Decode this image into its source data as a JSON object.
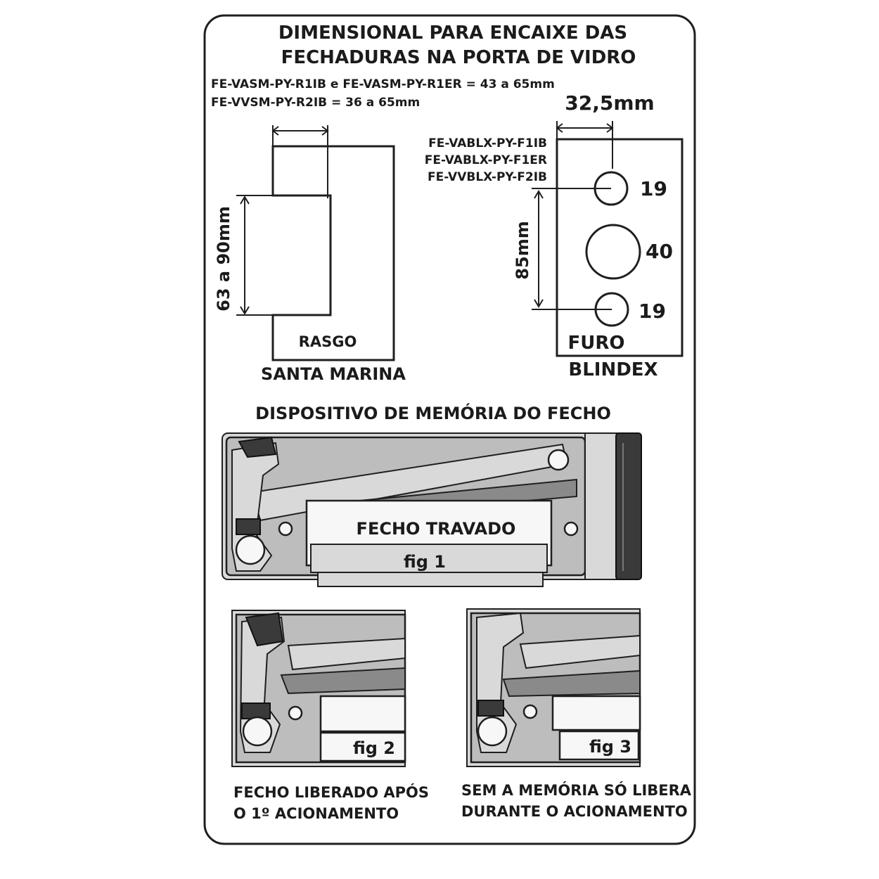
{
  "title_line1": "DIMENSIONAL PARA ENCAIXE DAS",
  "title_line2": "FECHADURAS NA PORTA DE VIDRO",
  "spec_line1": "FE-VASM-PY-R1IB e FE-VASM-PY-R1ER = 43 a 65mm",
  "spec_line2": "FE-VVSM-PY-R2IB = 36 a 65mm",
  "santa_marina": {
    "height_label": "63 a 90mm",
    "cutout_label": "RASGO",
    "caption": "SANTA MARINA"
  },
  "blindex": {
    "width_label": "32,5mm",
    "models": [
      "FE-VABLX-PY-F1IB",
      "FE-VABLX-PY-F1ER",
      "FE-VVBLX-PY-F2IB"
    ],
    "hole_top": "19",
    "hole_middle": "40",
    "hole_bottom": "19",
    "height_label": "85mm",
    "hole_label": "FURO",
    "caption": "BLINDEX"
  },
  "memory_title": "DISPOSITIVO DE MEMÓRIA DO FECHO",
  "fig1": {
    "state": "FECHO TRAVADO",
    "label": "fig 1"
  },
  "fig2": {
    "label": "fig 2",
    "caption_line1": "FECHO LIBERADO APÓS",
    "caption_line2": "O 1º ACIONAMENTO"
  },
  "fig3": {
    "label": "fig 3",
    "caption_line1": "SEM A MEMÓRIA SÓ LIBERA",
    "caption_line2": "DURANTE O ACIONAMENTO"
  }
}
